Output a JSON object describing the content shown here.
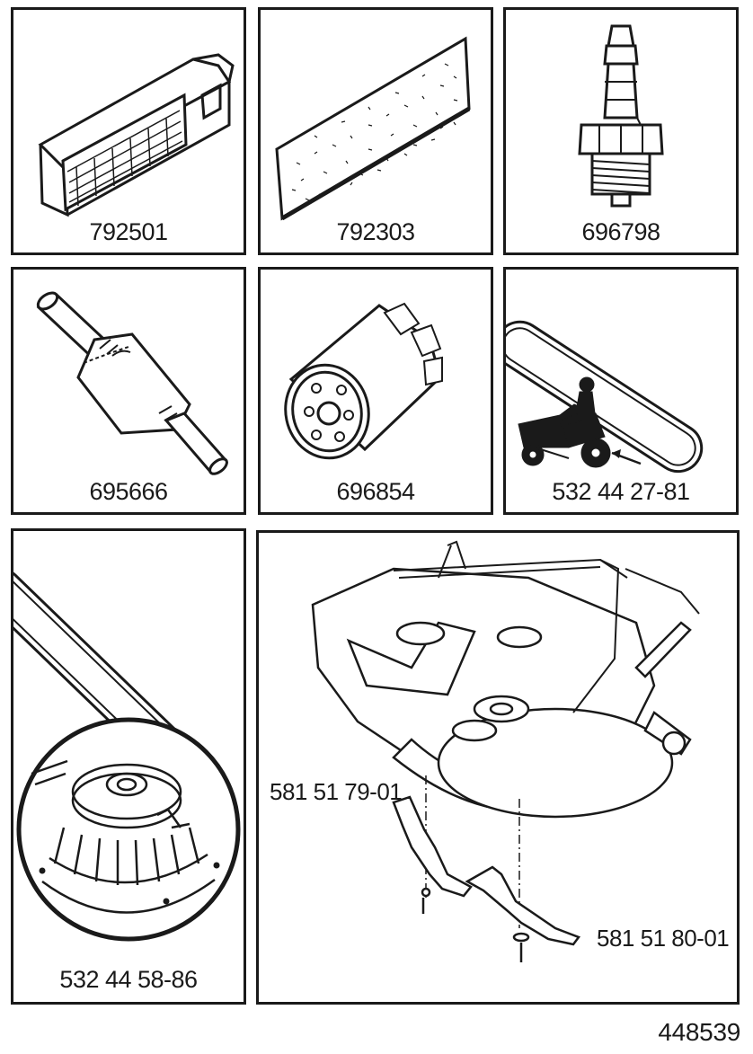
{
  "parts": [
    {
      "number": "792501",
      "icon": "air-filter-icon"
    },
    {
      "number": "792303",
      "icon": "pre-filter-icon"
    },
    {
      "number": "696798",
      "icon": "spark-plug-icon"
    },
    {
      "number": "695666",
      "icon": "fuel-filter-icon"
    },
    {
      "number": "696854",
      "icon": "oil-filter-icon"
    },
    {
      "number": "532 44 27-81",
      "icon": "drive-belt-icon"
    },
    {
      "number": "532 44 58-86",
      "icon": "deck-belt-pulley-icon"
    }
  ],
  "mower_deck": {
    "icon": "mower-deck-icon",
    "blade_left": "581 51 79-01",
    "blade_right": "581 51 80-01"
  },
  "figure_number": "448539"
}
